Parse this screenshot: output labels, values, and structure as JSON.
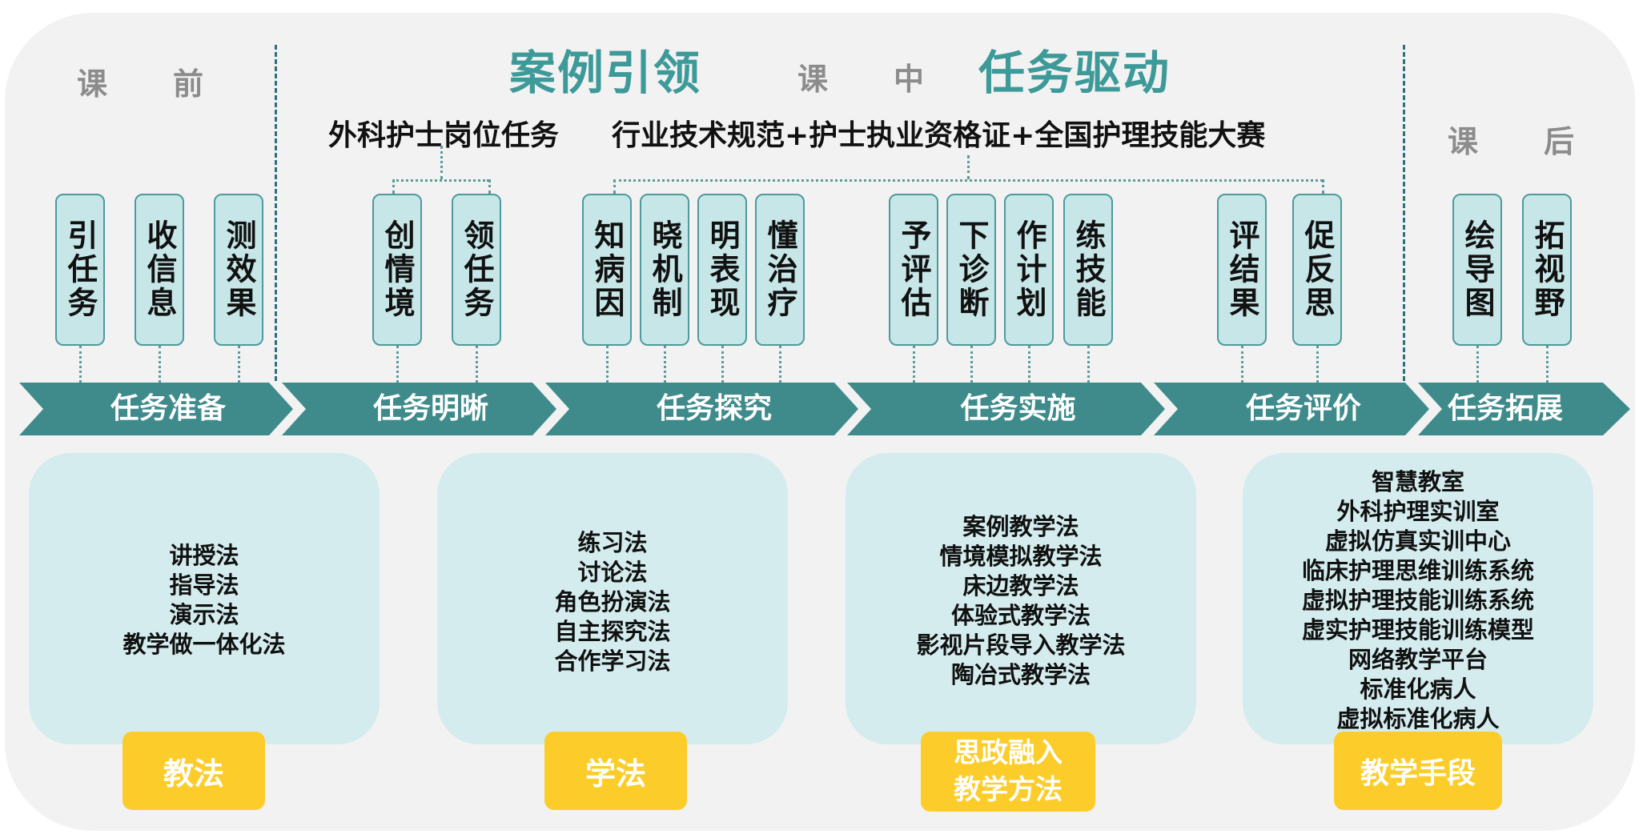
{
  "phases": {
    "before": "课　　前",
    "during": "课　　中",
    "after": "课　　后"
  },
  "titles": {
    "left": "案例引领",
    "right": "任务驱动"
  },
  "sources": {
    "left": "外科护士岗位任务",
    "right": "行业技术规范+护士执业资格证+全国护理技能大赛"
  },
  "tags": [
    "引任务",
    "收信息",
    "测效果",
    "创情境",
    "领任务",
    "知病因",
    "晓机制",
    "明表现",
    "懂治疗",
    "予评估",
    "下诊断",
    "作计划",
    "练技能",
    "评结果",
    "促反思",
    "绘导图",
    "拓视野"
  ],
  "steps": [
    "任务准备",
    "任务明晰",
    "任务探究",
    "任务实施",
    "任务评价",
    "任务拓展"
  ],
  "panels": [
    {
      "items": [
        "讲授法",
        "指导法",
        "演示法",
        "教学做一体化法"
      ],
      "badge": [
        "教法"
      ]
    },
    {
      "items": [
        "练习法",
        "讨论法",
        "角色扮演法",
        "自主探究法",
        "合作学习法"
      ],
      "badge": [
        "学法"
      ]
    },
    {
      "items": [
        "案例教学法",
        "情境模拟教学法",
        "床边教学法",
        "体验式教学法",
        "影视片段导入教学法",
        "陶冶式教学法"
      ],
      "badge": [
        "思政融入",
        "教学方法"
      ]
    },
    {
      "items": [
        "智慧教室",
        "外科护理实训室",
        "虚拟仿真实训中心",
        "临床护理思维训练系统",
        "虚拟护理技能训练系统",
        "虚实护理技能训练模型",
        "网络教学平台",
        "标准化病人",
        "虚拟标准化病人"
      ],
      "badge": [
        "教学手段"
      ]
    }
  ],
  "colors": {
    "frame": "#f2f2f2",
    "arrow": "#3f8b8c",
    "tag_fill": "#c7e6e8",
    "tag_border": "#4e9a9c",
    "title": "#3d9a98",
    "panel": "#d4ecee",
    "badge": "#fccd2a"
  }
}
